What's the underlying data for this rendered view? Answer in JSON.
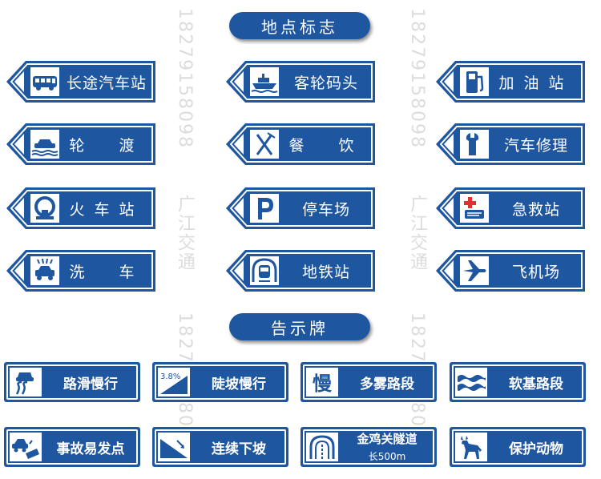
{
  "watermark": {
    "phone": "18279158098",
    "company": "广江交通"
  },
  "sections": {
    "location": "地点标志",
    "notice": "告示牌"
  },
  "colors": {
    "sign_blue": "#1f56a0",
    "sign_white": "#ffffff",
    "accent_red": "#e03030"
  },
  "location_signs": [
    {
      "label": "长途汽车站",
      "icon": "bus-icon"
    },
    {
      "label": "客轮码头",
      "icon": "ship-icon"
    },
    {
      "label": "加油站",
      "icon": "fuel-pump-icon"
    },
    {
      "label": "轮　渡",
      "icon": "ferry-icon"
    },
    {
      "label": "餐　饮",
      "icon": "fork-knife-icon"
    },
    {
      "label": "汽车修理",
      "icon": "wrench-icon"
    },
    {
      "label": "火车站",
      "icon": "railway-icon"
    },
    {
      "label": "停车场",
      "icon": "parking-icon"
    },
    {
      "label": "急救站",
      "icon": "first-aid-icon"
    },
    {
      "label": "洗　车",
      "icon": "car-wash-icon"
    },
    {
      "label": "地铁站",
      "icon": "subway-icon"
    },
    {
      "label": "飞机场",
      "icon": "airplane-icon"
    }
  ],
  "notice_signs": [
    {
      "label": "路滑慢行",
      "icon": "slippery-road-icon"
    },
    {
      "label": "陡坡慢行",
      "icon": "steep-slope-icon",
      "icon_text": "3.8%"
    },
    {
      "label": "多雾路段",
      "icon": "slow-character-icon",
      "icon_text": "慢"
    },
    {
      "label": "软基路段",
      "icon": "soft-ground-icon"
    },
    {
      "label": "事故易发点",
      "icon": "accident-icon"
    },
    {
      "label": "连续下坡",
      "icon": "downhill-icon"
    },
    {
      "label": "金鸡关隧道",
      "sublabel": "长500m",
      "icon": "tunnel-icon"
    },
    {
      "label": "保护动物",
      "icon": "deer-icon"
    }
  ]
}
